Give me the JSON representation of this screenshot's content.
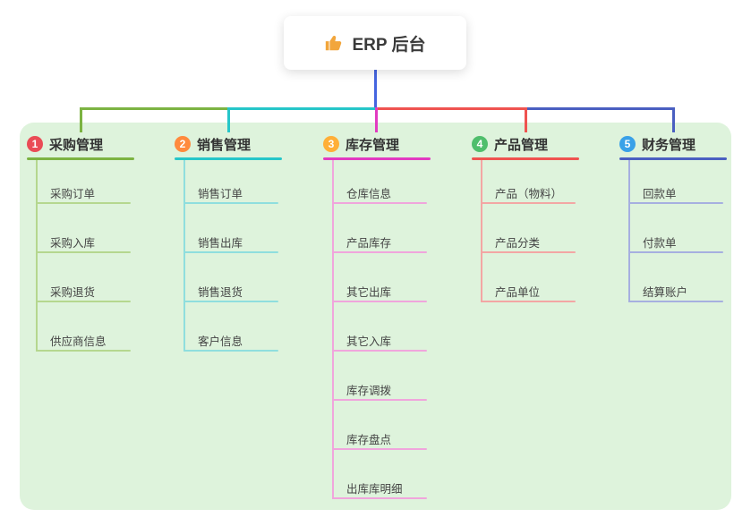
{
  "root": {
    "label": "ERP 后台",
    "icon": "thumbs-up-icon"
  },
  "colors": {
    "canvas_bg": "#ffffff",
    "panel_bg": "#def3dc",
    "root_line": "#4565e0",
    "icon_gold": "#f2a63c"
  },
  "branches": [
    {
      "number": "1",
      "label": "采购管理",
      "badge_color": "#ea4c56",
      "line_color": "#7cb342",
      "child_line_color": "#b5d78f",
      "children": [
        "采购订单",
        "采购入库",
        "采购退货",
        "供应商信息"
      ]
    },
    {
      "number": "2",
      "label": "销售管理",
      "badge_color": "#ff8a3d",
      "line_color": "#26c6c9",
      "child_line_color": "#8fdede",
      "children": [
        "销售订单",
        "销售出库",
        "销售退货",
        "客户信息"
      ]
    },
    {
      "number": "3",
      "label": "库存管理",
      "badge_color": "#ffaf38",
      "line_color": "#e23ac1",
      "child_line_color": "#f0a5dc",
      "children": [
        "仓库信息",
        "产品库存",
        "其它出库",
        "其它入库",
        "库存调拨",
        "库存盘点",
        "出库库明细"
      ]
    },
    {
      "number": "4",
      "label": "产品管理",
      "badge_color": "#4fbe6c",
      "line_color": "#ef5350",
      "child_line_color": "#f3a6a4",
      "children": [
        "产品（物料）",
        "产品分类",
        "产品单位"
      ]
    },
    {
      "number": "5",
      "label": "财务管理",
      "badge_color": "#39a1e8",
      "line_color": "#4a5fc1",
      "child_line_color": "#a6afe0",
      "children": [
        "回款单",
        "付款单",
        "结算账户"
      ]
    }
  ]
}
